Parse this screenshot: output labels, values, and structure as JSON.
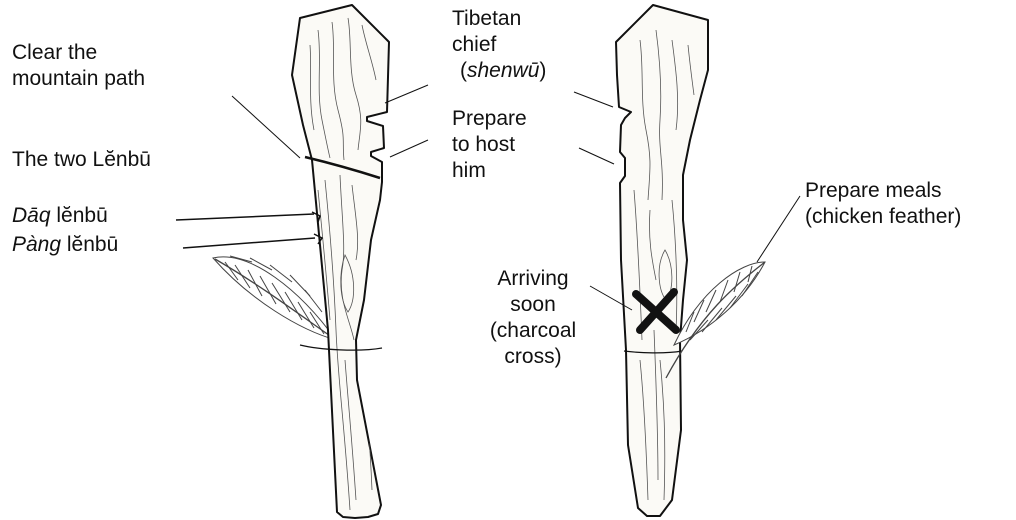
{
  "diagram": {
    "colors": {
      "ink": "#111111",
      "wood": "#fbfaf6",
      "grain": "#555555",
      "feather": "#444444",
      "charcoal": "#121212",
      "background": "#ffffff"
    },
    "left_stick": {
      "labels": {
        "clear_path": {
          "line1": "Clear the",
          "line2": "mountain path"
        },
        "two_lenbu": "The two Lĕnbū",
        "daq": {
          "italic": "Dāq",
          "rest": " lĕnbū"
        },
        "pang": {
          "italic": "Pàng",
          "rest": " lĕnbū"
        }
      }
    },
    "right_stick": {
      "labels": {
        "chief": {
          "line1": "Tibetan",
          "line2": "chief",
          "paren_open": "(",
          "italic": "shenwū",
          "paren_close": ")"
        },
        "host": {
          "line1": "Prepare",
          "line2": "to host",
          "line3": "him"
        },
        "meals": {
          "line1": "Prepare meals",
          "line2": "(chicken feather)"
        },
        "arriving": {
          "line1": "Arriving",
          "line2": "soon",
          "line3": "(charcoal",
          "line4": "cross)"
        }
      }
    },
    "icons": [
      "feather-icon",
      "charcoal-cross-icon"
    ]
  }
}
